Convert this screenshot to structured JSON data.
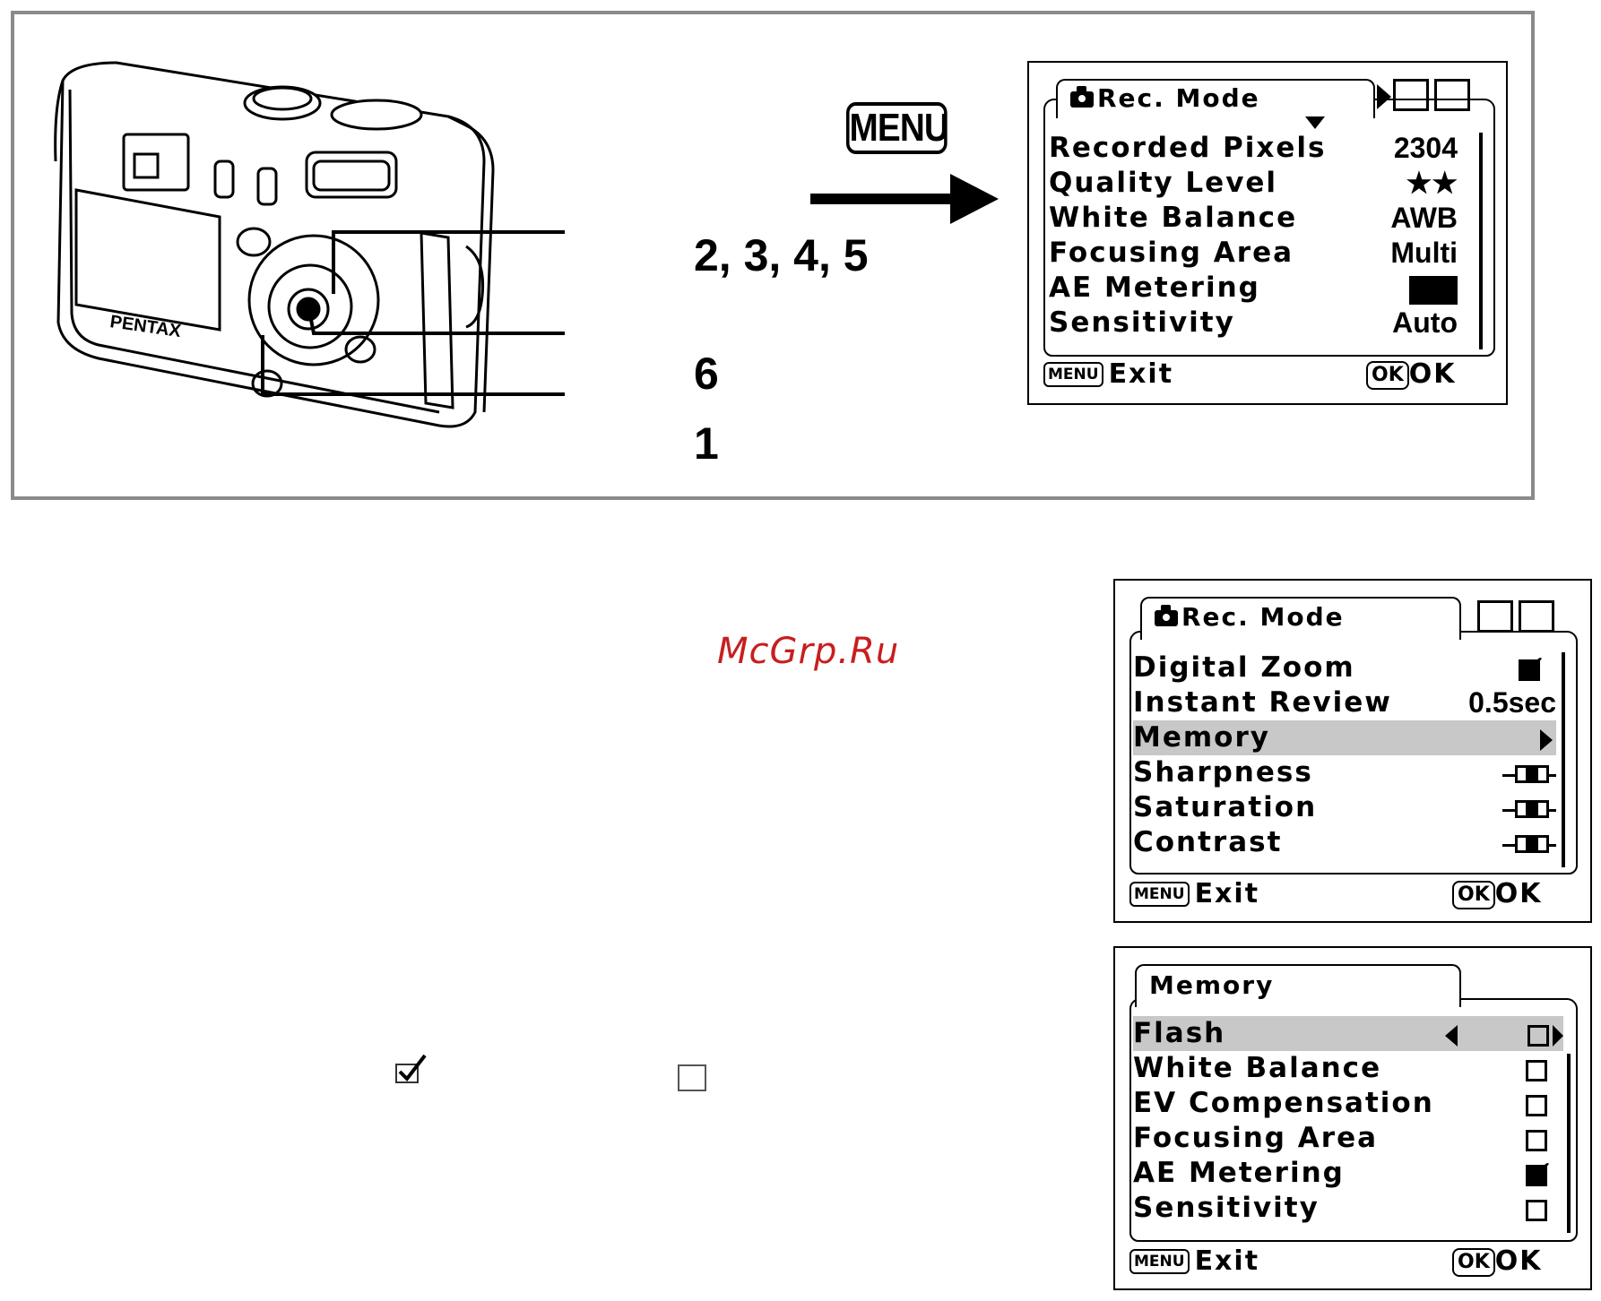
{
  "callouts": {
    "c1": "2, 3, 4, 5",
    "c2": "6",
    "c3": "1"
  },
  "camera_brand": "PENTAX",
  "menu_key": "MENU",
  "screen1": {
    "tab": "Rec. Mode",
    "rows": [
      {
        "label": "Recorded Pixels",
        "value": "2304"
      },
      {
        "label": "Quality Level",
        "value": "★★"
      },
      {
        "label": "White Balance",
        "value": "AWB"
      },
      {
        "label": "Focusing Area",
        "value": "Multi"
      },
      {
        "label": "AE Metering",
        "value": ""
      },
      {
        "label": "Sensitivity",
        "value": "Auto"
      }
    ],
    "footer": {
      "menu_btn": "MENU",
      "exit": "Exit",
      "ok_btn": "OK",
      "ok": "OK"
    }
  },
  "watermark": "McGrp.Ru",
  "screen2": {
    "tab": "Rec. Mode",
    "rows": [
      {
        "label": "Digital Zoom",
        "value": ""
      },
      {
        "label": "Instant Review",
        "value": "0.5sec"
      },
      {
        "label": "Memory",
        "value": ""
      },
      {
        "label": "Sharpness",
        "value": ""
      },
      {
        "label": "Saturation",
        "value": ""
      },
      {
        "label": "Contrast",
        "value": ""
      }
    ],
    "footer": {
      "menu_btn": "MENU",
      "exit": "Exit",
      "ok_btn": "OK",
      "ok": "OK"
    }
  },
  "screen3": {
    "tab": "Memory",
    "rows": [
      {
        "label": "Flash",
        "checked": false
      },
      {
        "label": "White Balance",
        "checked": false
      },
      {
        "label": "EV Compensation",
        "checked": false
      },
      {
        "label": "Focusing Area",
        "checked": false
      },
      {
        "label": "AE Metering",
        "checked": true
      },
      {
        "label": "Sensitivity",
        "checked": false
      }
    ],
    "footer": {
      "menu_btn": "MENU",
      "exit": "Exit",
      "ok_btn": "OK",
      "ok": "OK"
    }
  }
}
